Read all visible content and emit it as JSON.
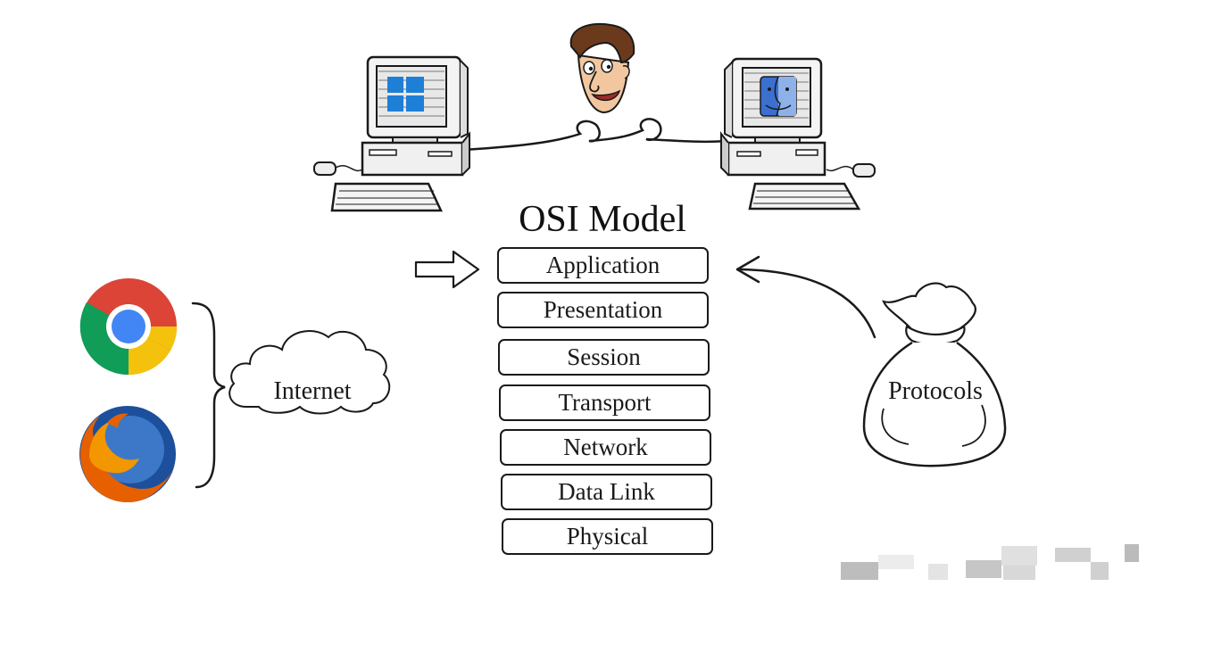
{
  "diagram": {
    "title": "OSI Model",
    "layers": [
      {
        "label": "Application"
      },
      {
        "label": "Presentation"
      },
      {
        "label": "Session"
      },
      {
        "label": "Transport"
      },
      {
        "label": "Network"
      },
      {
        "label": "Data Link"
      },
      {
        "label": "Physical"
      }
    ],
    "cloud_label": "Internet",
    "bag_label": "Protocols",
    "icons": {
      "left_computer": "windows-computer-icon",
      "right_computer": "mac-computer-icon",
      "person": "cartoon-man-icon",
      "browser_1": "chrome-icon",
      "browser_2": "firefox-icon"
    },
    "colors": {
      "ink": "#1a1a1a",
      "windows_blue": "#1e7fd6",
      "mac_blue": "#3b6fd0",
      "chrome_red": "#db4437",
      "chrome_yellow": "#f4c20d",
      "chrome_green": "#0f9d58",
      "chrome_blue": "#4285f4",
      "firefox_orange": "#e66000",
      "firefox_blue": "#1c4f9c"
    }
  }
}
